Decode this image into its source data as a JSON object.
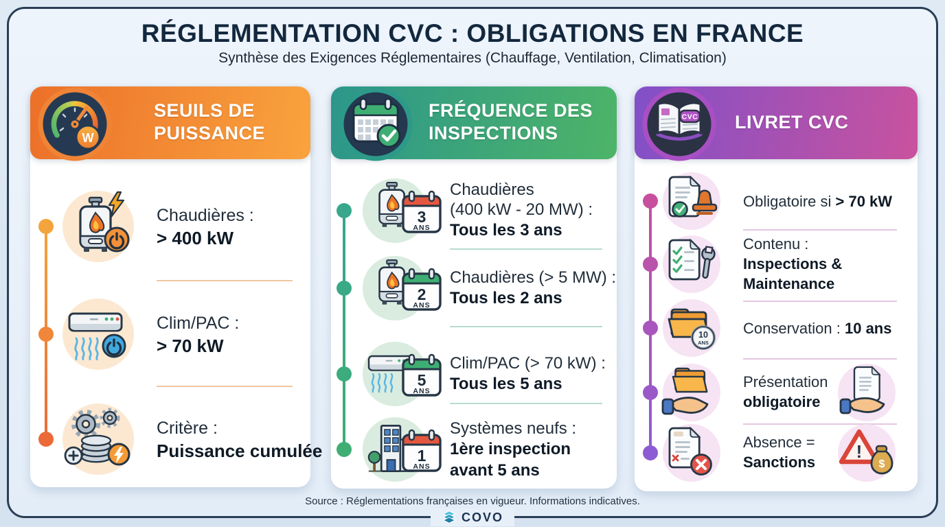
{
  "header": {
    "title": "RÉGLEMENTATION CVC : OBLIGATIONS EN FRANCE",
    "subtitle": "Synthèse des Exigences Réglementaires (Chauffage, Ventilation, Climatisation)"
  },
  "columns": [
    {
      "title": "SEUILS DE PUISSANCE",
      "accent": "#ee7b2f",
      "unit_badge": "W",
      "items": [
        {
          "icon": "boiler-power-icon",
          "label": "Chaudières :",
          "value": "> 400 kW"
        },
        {
          "icon": "air-conditioner-icon",
          "label": "Clim/PAC :",
          "value": "> 70 kW"
        },
        {
          "icon": "gears-coins-icon",
          "label": "Critère :",
          "value": "Puissance cumulée"
        }
      ]
    },
    {
      "title": "FRÉQUENCE DES INSPECTIONS",
      "accent": "#2f9d8e",
      "items": [
        {
          "icon": "boiler-calendar-icon",
          "label_lines": [
            "Chaudières",
            "(400 kW - 20 MW) :"
          ],
          "value": "Tous les 3 ans",
          "badge_number": "3",
          "badge_unit": "ANS"
        },
        {
          "icon": "boiler-calendar-icon",
          "label": "Chaudières (> 5 MW) :",
          "value": "Tous les 2 ans",
          "badge_number": "2",
          "badge_unit": "ANS"
        },
        {
          "icon": "ac-calendar-icon",
          "label": "Clim/PAC (> 70 kW) :",
          "value": "Tous les 5 ans",
          "badge_number": "5",
          "badge_unit": "ANS"
        },
        {
          "icon": "building-calendar-icon",
          "label": "Systèmes neufs :",
          "value_lines": [
            "1ère inspection",
            "avant 5 ans"
          ],
          "badge_number": "1",
          "badge_unit": "ANS"
        }
      ]
    },
    {
      "title": "LIVRET CVC",
      "accent": "#a452c4",
      "book_badge": "CVC",
      "items": [
        {
          "icon": "stamped-document-icon",
          "label": "Obligatoire si",
          "value": "> 70 kW"
        },
        {
          "icon": "checklist-wrench-icon",
          "label": "Contenu :",
          "value_lines": [
            "Inspections &",
            "Maintenance"
          ]
        },
        {
          "icon": "folder-clock-icon",
          "label": "Conservation :",
          "value": "10 ans",
          "badge_number": "10",
          "badge_unit": "ANS"
        },
        {
          "icon": "hand-folder-icon",
          "label": "Présentation",
          "value": "obligatoire",
          "right_icon": "hand-document-icon"
        },
        {
          "icon": "rejected-document-icon",
          "label": "Absence =",
          "value": "Sanctions",
          "right_icon": "warning-money-icon",
          "warning_mark": "!",
          "money_symbol": "$"
        }
      ]
    }
  ],
  "footer": {
    "source": "Source : Réglementations françaises en vigueur. Informations indicatives.",
    "brand": "COVO"
  }
}
